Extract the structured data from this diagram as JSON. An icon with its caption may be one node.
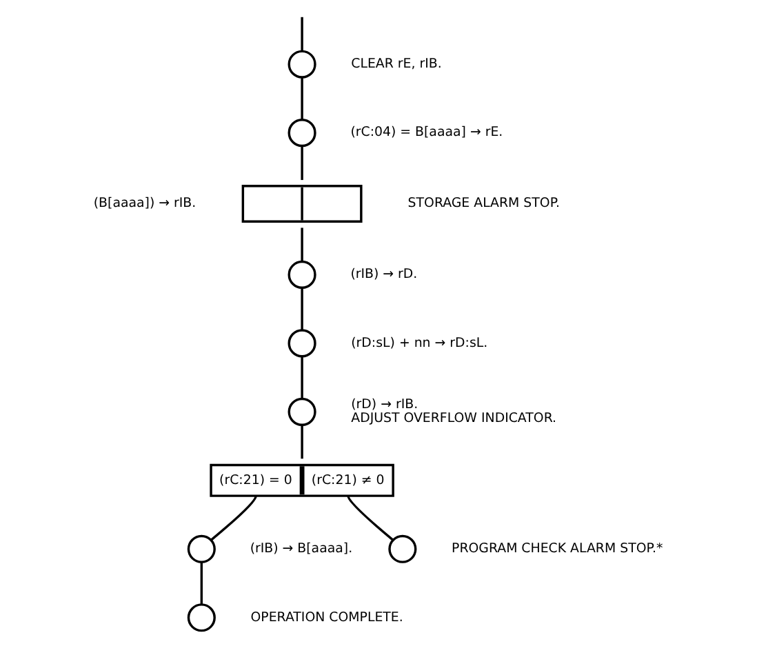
{
  "diagram": {
    "nodes": [
      {
        "text": [],
        "shape": "circle",
        "beside": [
          "CLEAR rE, rIB."
        ]
      },
      {
        "text": [],
        "shape": "circle",
        "beside": [
          "(rC:04) = B[aaaa] → rE."
        ]
      },
      {
        "text": [],
        "shape": "box",
        "beside": [
          "(B[aaaa]) → rIB.",
          "STORAGE ALARM STOP."
        ]
      },
      {
        "text": [],
        "shape": "circle",
        "beside": [
          "(rIB) → rD."
        ]
      },
      {
        "text": [],
        "shape": "circle",
        "beside": [
          "(rD:sL) + nn → rD:sL."
        ]
      },
      {
        "text": [],
        "shape": "circle",
        "beside": [
          "(rD) → rIB.",
          "ADJUST OVERFLOW INDICATOR."
        ]
      },
      {
        "text": [
          "(rC:21) = 0",
          "(rC:21) ≠ 0"
        ]
      },
      {
        "text": [],
        "shape": "circle",
        "beside": [
          "(rIB) → B[aaaa]."
        ]
      },
      {
        "text": [],
        "shape": "circle",
        "beside": [
          "OPERATION COMPLETE."
        ]
      },
      {
        "text": [],
        "shape": "circle",
        "beside": [
          "PROGRAM CHECK ALARM STOP.*"
        ]
      }
    ],
    "edges": [
      {
        "from": null,
        "to": 0,
        "arrow": "none"
      },
      {
        "from": 0,
        "to": 1,
        "arrow": "none"
      },
      {
        "from": 1,
        "to": 2,
        "arrow": "none"
      },
      {
        "from": 2,
        "to": 3,
        "arrow": "none"
      },
      {
        "from": 3,
        "to": 4,
        "arrow": "none"
      },
      {
        "from": 4,
        "to": 5,
        "arrow": "none"
      },
      {
        "from": 5,
        "to": 6,
        "arrow": "none"
      },
      {
        "from": 6,
        "to": 7,
        "arrow": "none"
      },
      {
        "from": 7,
        "to": 8,
        "arrow": "none"
      },
      {
        "from": 6,
        "to": 9,
        "arrow": "none"
      }
    ]
  }
}
